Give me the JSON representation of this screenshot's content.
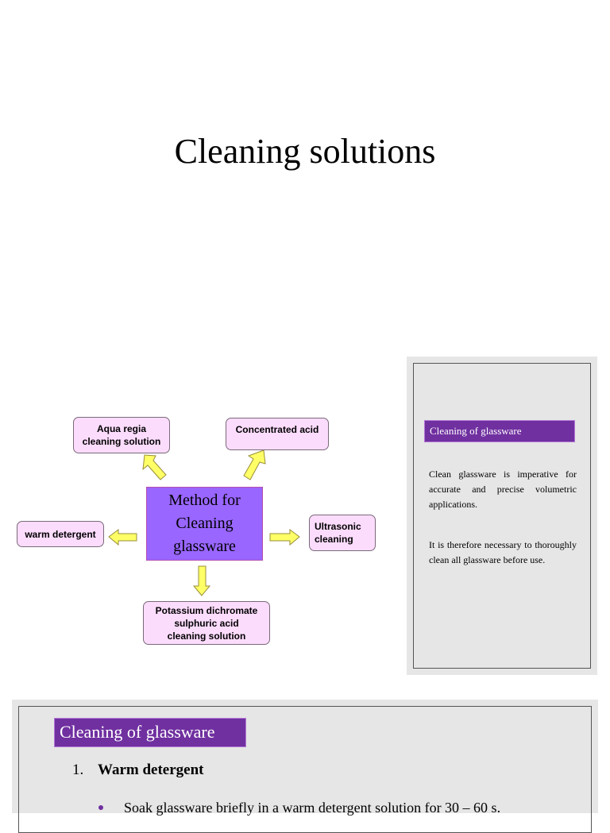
{
  "title": "Cleaning solutions",
  "diagram": {
    "center": [
      "Method for",
      "Cleaning",
      "glassware"
    ],
    "methods": {
      "aqua_regia": [
        "Aqua regia",
        "cleaning solution"
      ],
      "concentrated_acid": [
        "Concentrated acid"
      ],
      "warm_detergent": [
        "warm detergent"
      ],
      "ultrasonic": [
        "Ultrasonic",
        "cleaning"
      ],
      "dichromate": [
        "Potassium dichromate",
        "sulphuric acid",
        "cleaning solution"
      ]
    },
    "colors": {
      "center_fill": "#9966ff",
      "box_fill": "#fcdcfc",
      "arrow_fill": "#ffff66"
    }
  },
  "side_panel": {
    "heading": "Cleaning of glassware",
    "paragraph1": "Clean glassware is imperative for accurate and precise volumetric applications.",
    "paragraph2": "It is therefore necessary to thoroughly clean all glassware before use."
  },
  "bottom_panel": {
    "heading": "Cleaning of glassware",
    "item_number": "1.",
    "item_label": "Warm detergent",
    "bullet_text": "Soak glassware briefly in a warm detergent solution for 30 – 60 s."
  },
  "colors": {
    "accent": "#7030a0"
  }
}
